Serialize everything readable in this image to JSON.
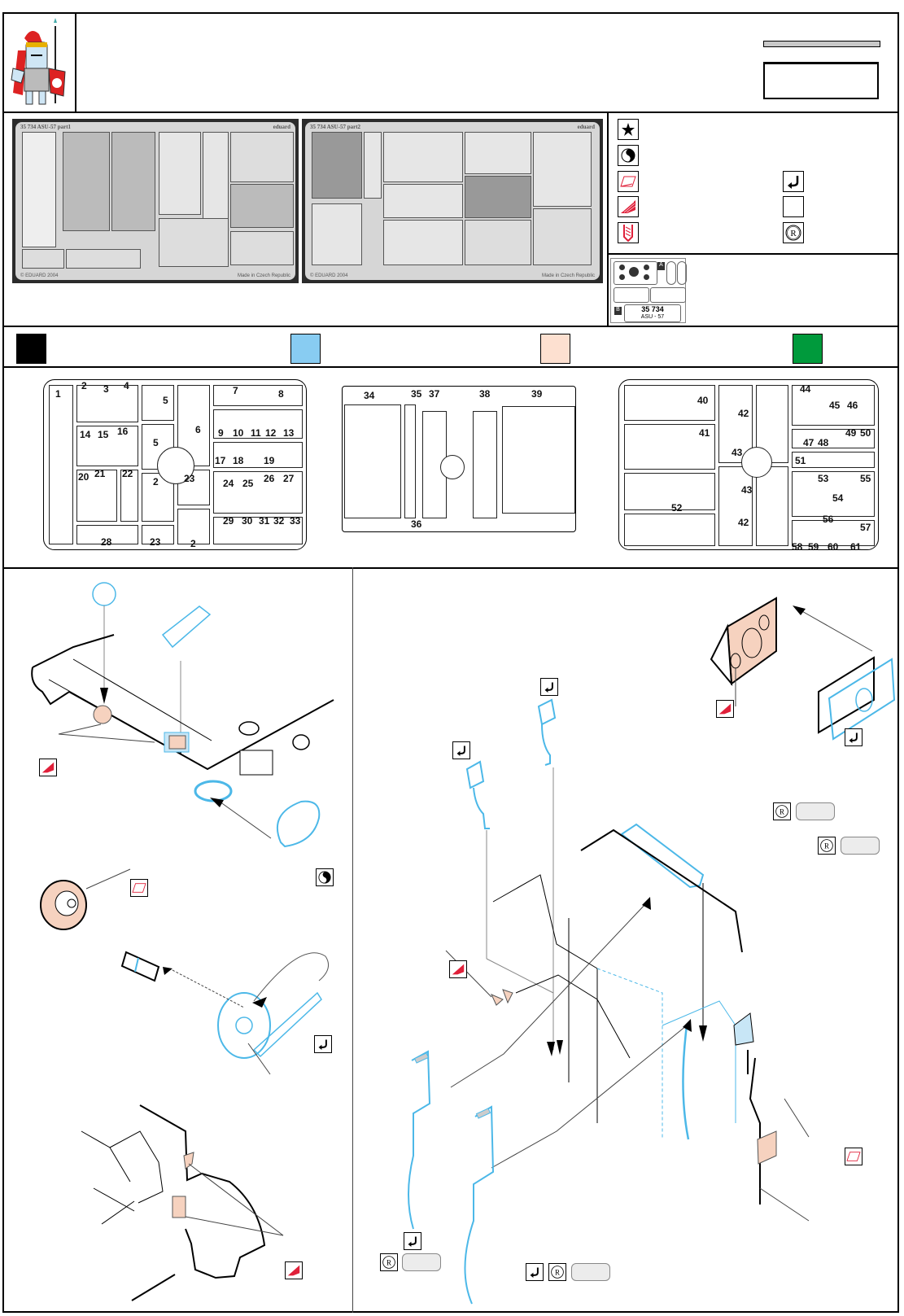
{
  "header": {
    "logo": "knight-mascot-logo",
    "title_bar_label": "",
    "title_box_text": ""
  },
  "frets": [
    {
      "id": "fret-part1",
      "label": "35 734  ASU-57  part1",
      "brand": "eduard",
      "copyright": "© EDUARD 2004",
      "origin": "Made in Czech Republic"
    },
    {
      "id": "fret-part2",
      "label": "35 734  ASU-57  part2",
      "brand": "eduard",
      "copyright": "© EDUARD 2004",
      "origin": "Made in Czech Republic"
    }
  ],
  "legend": {
    "items": [
      {
        "icon": "star-icon",
        "label": ""
      },
      {
        "icon": "yin-yang-icon",
        "label": ""
      },
      {
        "icon": "parallelogram-red-icon",
        "label": ""
      },
      {
        "icon": "hatched-plane-red-icon",
        "label": ""
      },
      {
        "icon": "drill-red-icon",
        "label": ""
      },
      {
        "icon": "bend-arrow-icon",
        "label": ""
      },
      {
        "icon": "blank-square-icon",
        "label": ""
      },
      {
        "icon": "registered-r-icon",
        "label": ""
      }
    ]
  },
  "tag": {
    "marker_a": "A",
    "marker_b": "B",
    "code": "35 734",
    "name": "ASU - 57"
  },
  "swatches": [
    {
      "name": "black",
      "color": "#000000"
    },
    {
      "name": "light-blue",
      "color": "#88ccf2"
    },
    {
      "name": "peach",
      "color": "#fde0d0"
    },
    {
      "name": "green",
      "color": "#009a3c"
    }
  ],
  "sprues": {
    "sprue1": {
      "numbers": [
        "1",
        "2",
        "3",
        "4",
        "5",
        "5",
        "6",
        "7",
        "8",
        "9",
        "10",
        "11",
        "12",
        "13",
        "14",
        "15",
        "16",
        "17",
        "18",
        "19",
        "20",
        "21",
        "22",
        "2",
        "23",
        "24",
        "25",
        "26",
        "27",
        "28",
        "23",
        "2",
        "29",
        "30",
        "31",
        "32",
        "33"
      ]
    },
    "sprue2": {
      "numbers": [
        "34",
        "35",
        "36",
        "37",
        "38",
        "39"
      ]
    },
    "sprue3": {
      "numbers": [
        "40",
        "41",
        "42",
        "42",
        "43",
        "43",
        "44",
        "45",
        "46",
        "47",
        "48",
        "49",
        "50",
        "51",
        "52",
        "53",
        "54",
        "55",
        "56",
        "57",
        "58",
        "59",
        "60",
        "61"
      ]
    }
  },
  "steps": {
    "left_top_icon": "yin-yang-icon",
    "left_callouts": [
      "hatched-plane-red-icon",
      "parallelogram-red-icon",
      "bend-arrow-icon",
      "hatched-plane-red-icon"
    ],
    "right_callouts": [
      "bend-arrow-icon",
      "bend-arrow-icon",
      "hatched-plane-red-icon",
      "bend-arrow-icon",
      "registered-r-icon",
      "registered-r-icon",
      "hatched-plane-red-icon",
      "parallelogram-red-icon",
      "bend-arrow-icon",
      "registered-r-icon",
      "bend-arrow-icon",
      "registered-r-icon"
    ]
  },
  "colors": {
    "pe_blue": "#4cb8e8",
    "resin_peach": "#f6d2bf",
    "fret_dark": "#2b2b2b",
    "icon_red": "#e0203a"
  }
}
